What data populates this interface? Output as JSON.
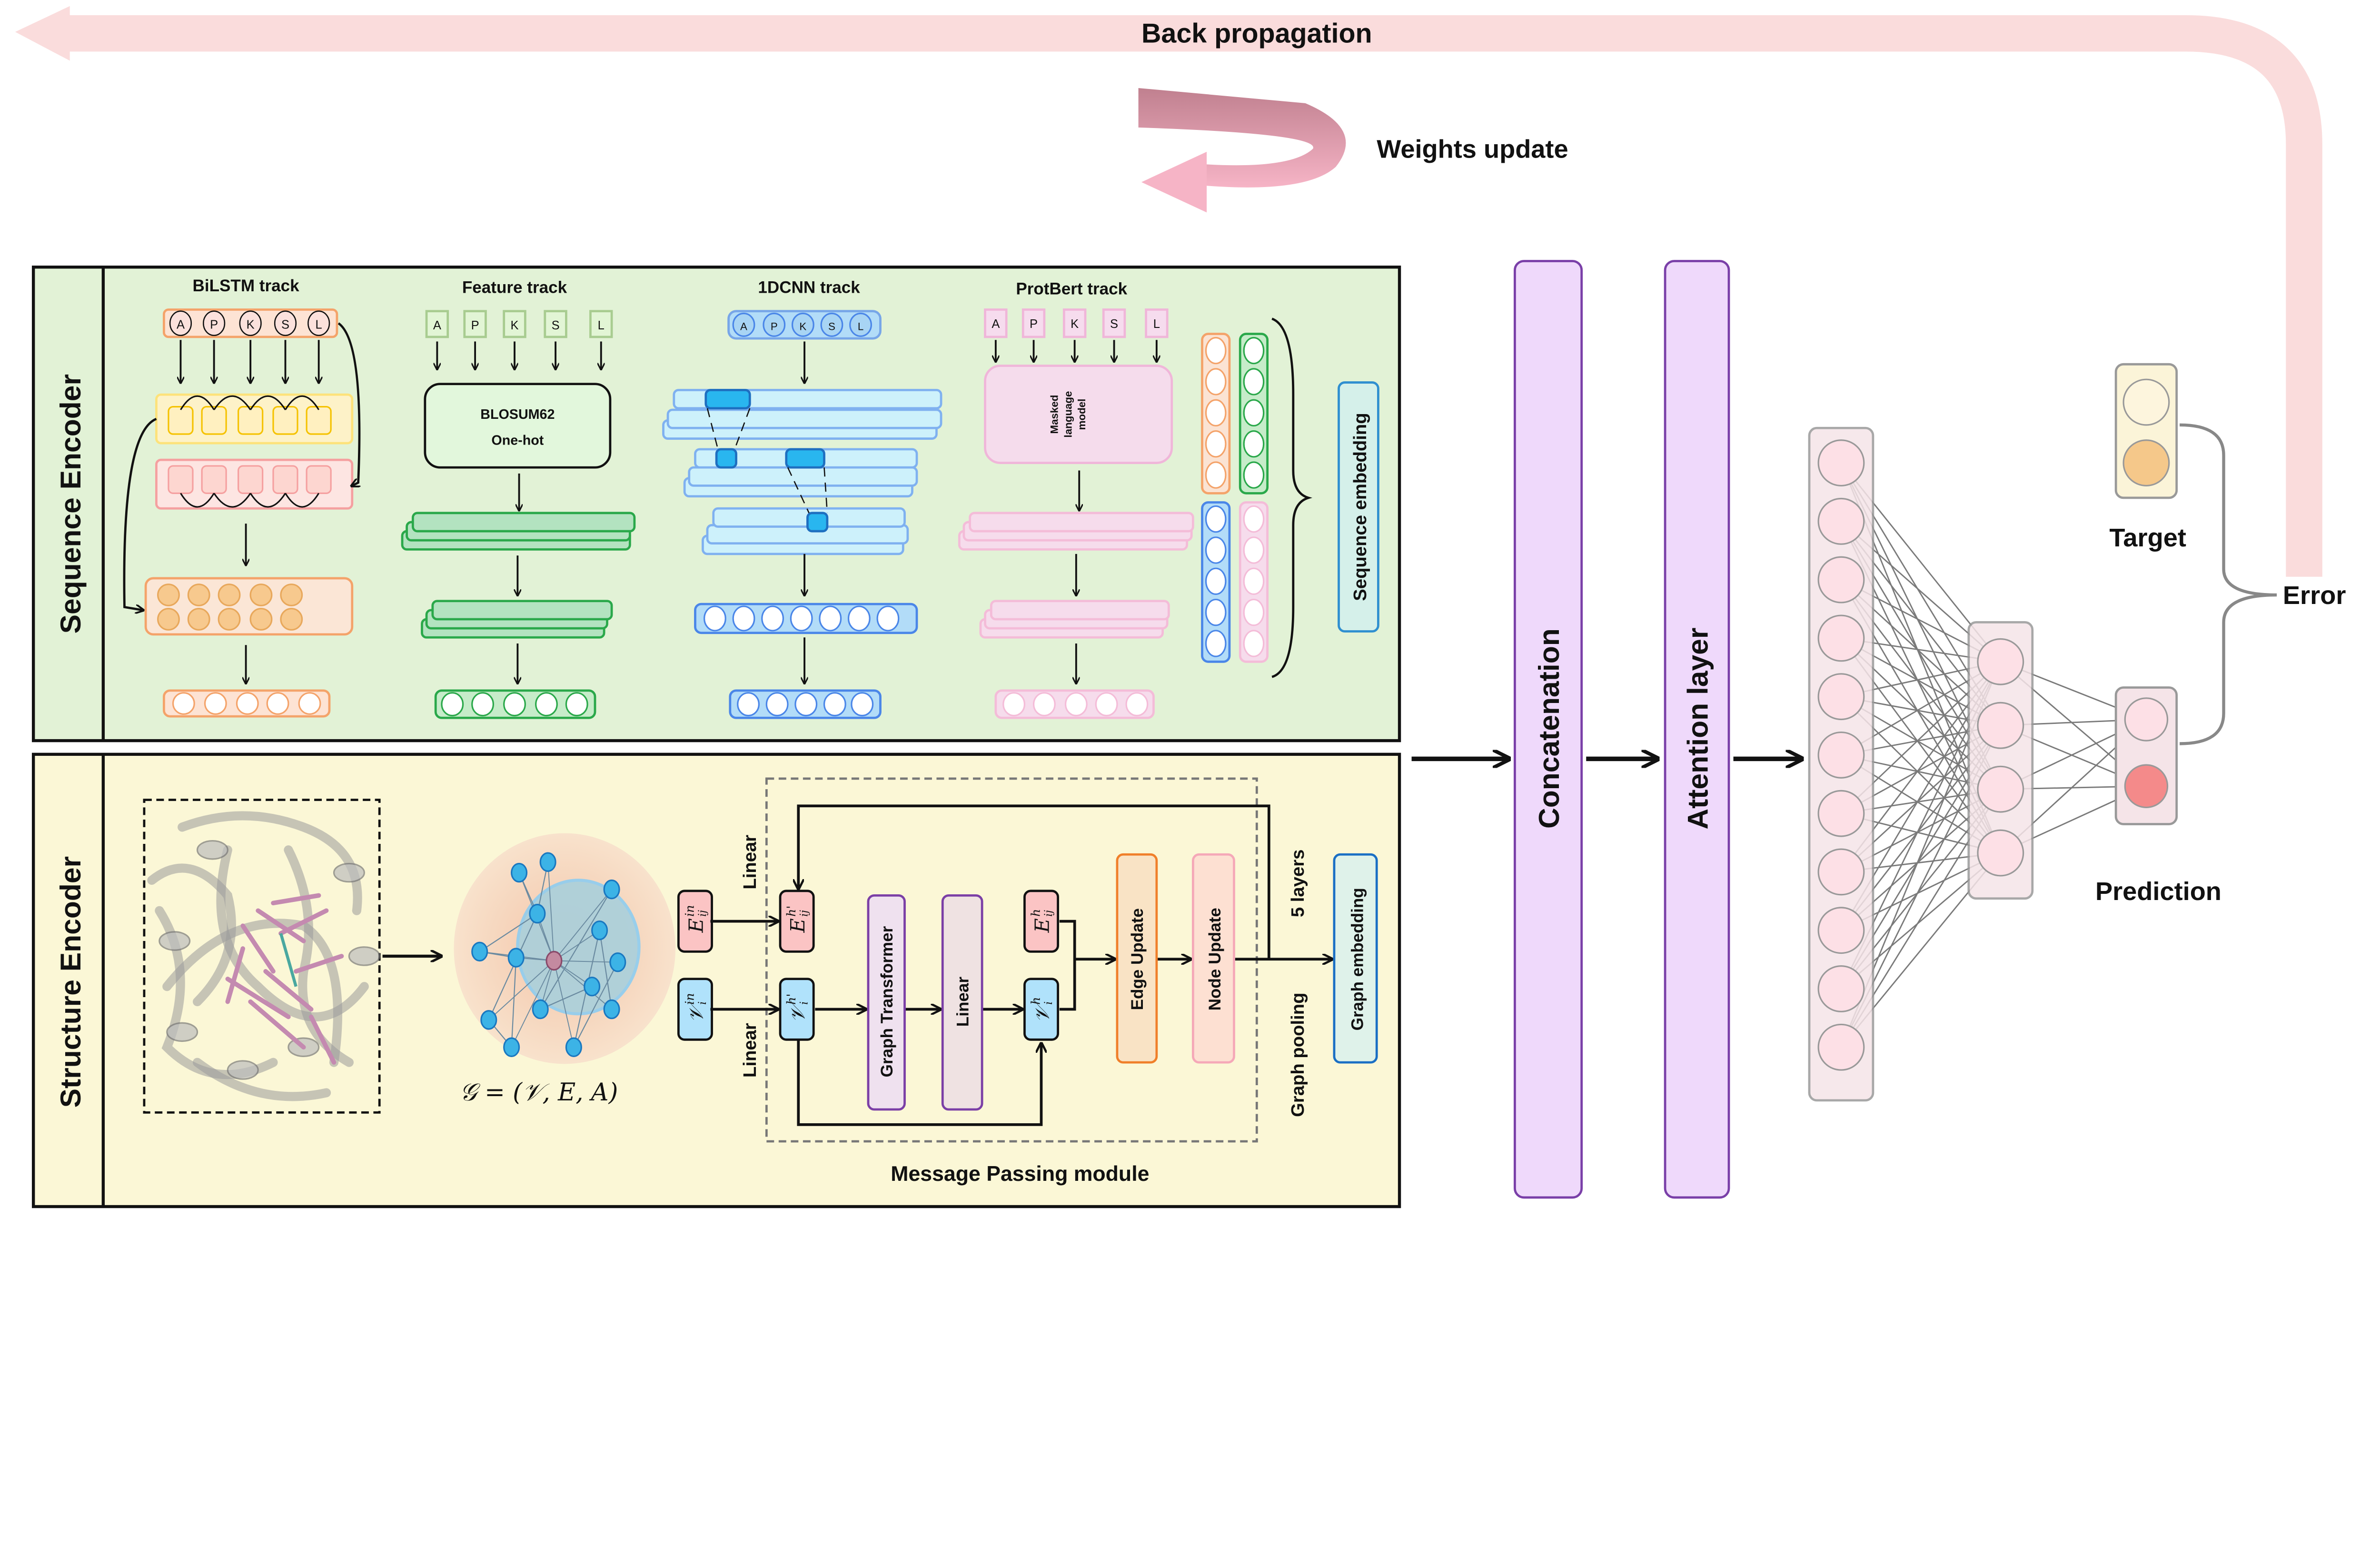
{
  "top": {
    "back_propagation": "Back propagation",
    "weights_update": "Weights update"
  },
  "sequence_encoder": {
    "label": "Sequence Encoder",
    "tracks": {
      "bilstm": {
        "title": "BiLSTM track"
      },
      "feature": {
        "title": "Feature track",
        "box_line1": "BLOSUM62",
        "box_line2": "One-hot"
      },
      "cnn": {
        "title": "1DCNN track"
      },
      "protbert": {
        "title": "ProtBert track",
        "model_line1": "Masked",
        "model_line2": "language",
        "model_line3": "model"
      }
    },
    "residues": [
      "A",
      "P",
      "K",
      "S",
      "L"
    ],
    "embedding_label": "Sequence embedding"
  },
  "structure_encoder": {
    "label": "Structure Encoder",
    "graph_formula": "𝒢 = (𝒱, E, A)",
    "linear_top": "Linear",
    "linear_bottom": "Linear",
    "nodes": {
      "e_in": {
        "base": "E",
        "sup": "in",
        "sub": "ij"
      },
      "v_in": {
        "base": "𝒱",
        "sup": "in",
        "sub": "i"
      },
      "e_hp": {
        "base": "E",
        "sup": "h'",
        "sub": "ij"
      },
      "v_hp": {
        "base": "𝒱",
        "sup": "h'",
        "sub": "i"
      },
      "e_h": {
        "base": "E",
        "sup": "h",
        "sub": "ij"
      },
      "v_h": {
        "base": "𝒱",
        "sup": "h",
        "sub": "i"
      }
    },
    "graph_transformer": "Graph Transformer",
    "linear_block": "Linear",
    "edge_update": "Edge Update",
    "node_update": "Node Update",
    "layers": "5 layers",
    "graph_pooling": "Graph pooling",
    "graph_embedding": "Graph embedding",
    "module_label": "Message Passing module"
  },
  "fusion": {
    "concatenation": "Concatenation",
    "attention": "Attention layer"
  },
  "output": {
    "target": "Target",
    "prediction": "Prediction",
    "error": "Error"
  },
  "colors": {
    "sequence_panel": "#e2f2d6",
    "structure_panel": "#fbf7d6",
    "backprop": "#f9dede",
    "fusion_fill": "#efd9fb",
    "fusion_stroke": "#7a3fa8",
    "prediction_highlight": "#f48a8a",
    "target_highlight": "#f5c88a"
  }
}
